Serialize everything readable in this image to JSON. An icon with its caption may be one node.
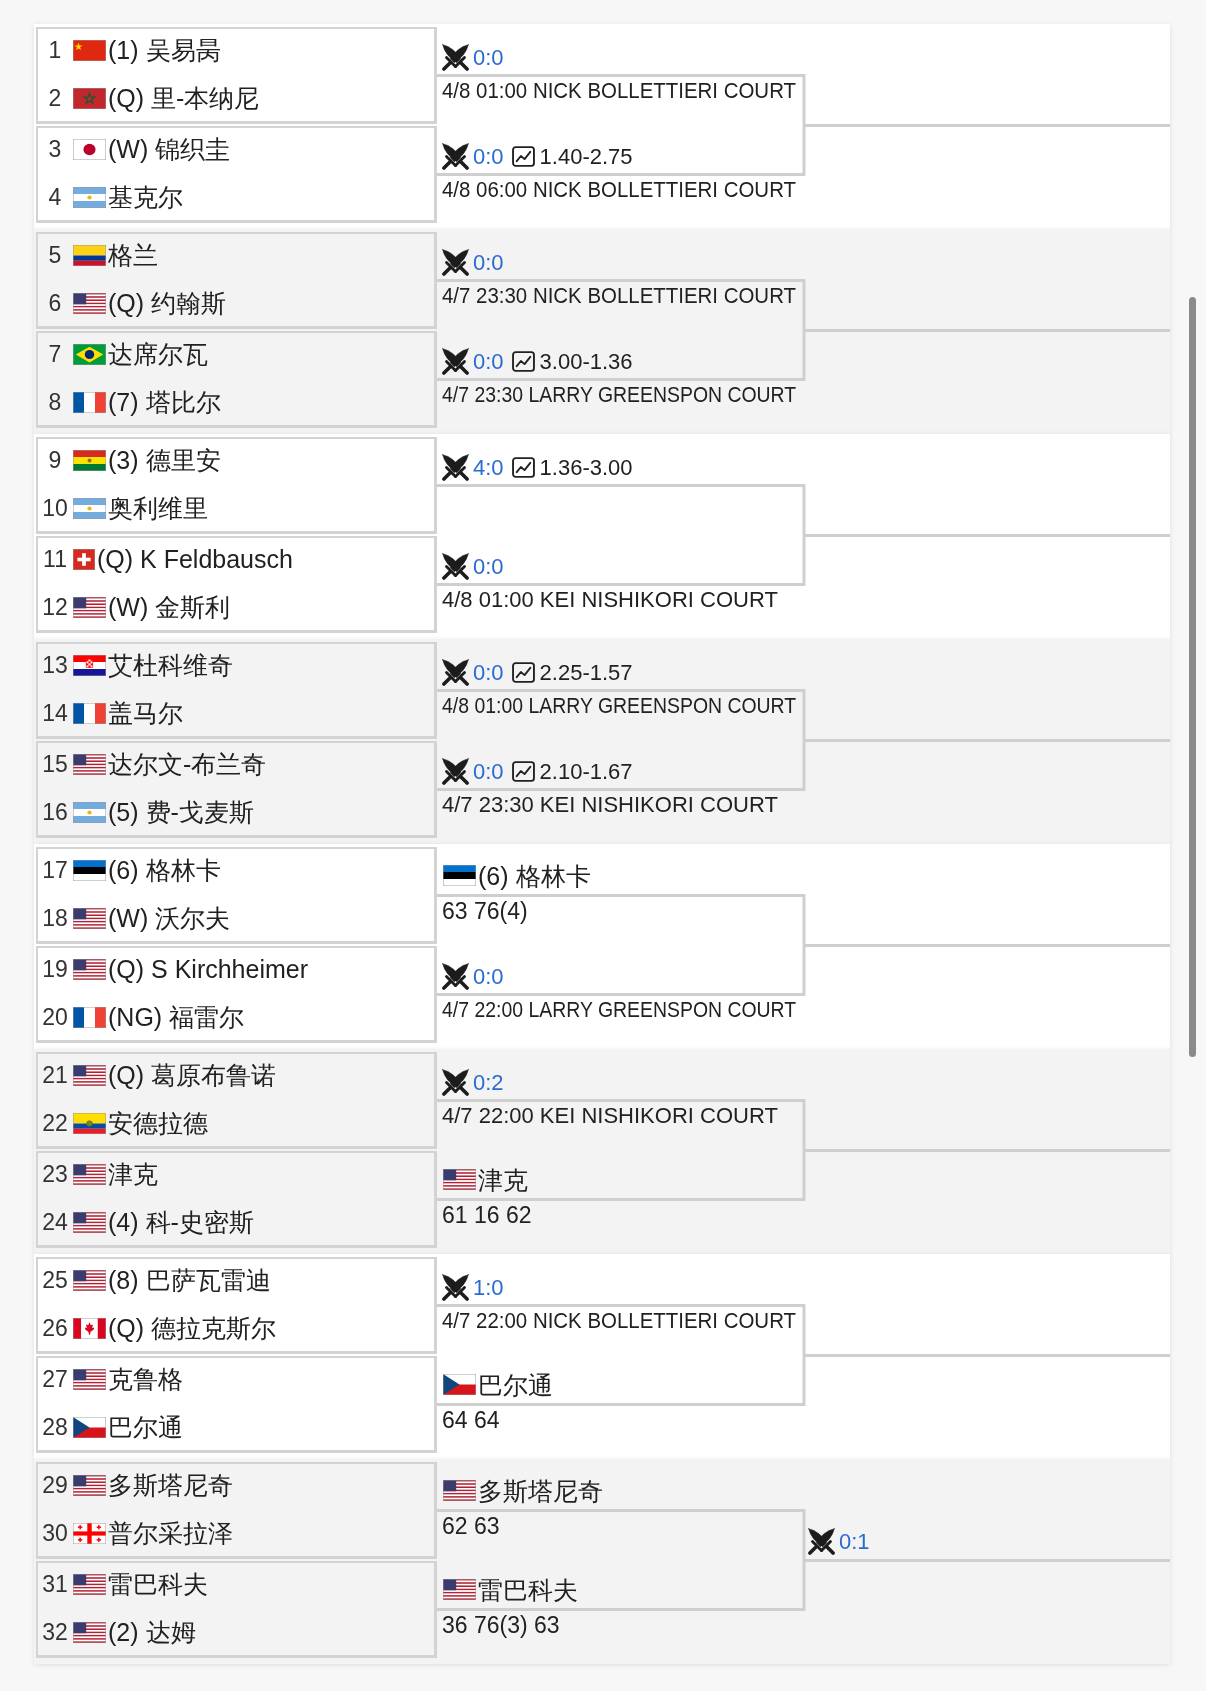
{
  "diagram": {
    "nodes": [
      {
        "text": [
          "1",
          "(1) 吴易昺",
          "2",
          "(Q) 里-本纳尼"
        ],
        "beside": [
          "0:0",
          "4/8 01:00 NICK BOLLETTIERI COURT"
        ]
      },
      {
        "text": [
          "3",
          "(W) 锦织圭",
          "4",
          "基克尔"
        ],
        "beside": [
          "0:0",
          "1.40-2.75",
          "4/8 06:00 NICK BOLLETTIERI COURT"
        ]
      },
      {
        "text": [],
        "shape": "line"
      },
      {
        "text": [
          "5",
          "格兰",
          "6",
          "(Q) 约翰斯"
        ],
        "beside": [
          "0:0",
          "4/7 23:30 NICK BOLLETTIERI COURT"
        ]
      },
      {
        "text": [
          "7",
          "达席尔瓦",
          "8",
          "(7) 塔比尔"
        ],
        "beside": [
          "0:0",
          "3.00-1.36",
          "4/7 23:30 LARRY GREENSPON COURT"
        ]
      },
      {
        "text": [],
        "shape": "line"
      },
      {
        "text": [
          "9",
          "(3) 德里安",
          "10",
          "奥利维里"
        ],
        "beside": [
          "4:0",
          "1.36-3.00"
        ]
      },
      {
        "text": [
          "11",
          "(Q) K Feldbausch",
          "12",
          "(W) 金斯利"
        ],
        "beside": [
          "0:0",
          "4/8 01:00 KEI NISHIKORI COURT"
        ]
      },
      {
        "text": [],
        "shape": "line"
      },
      {
        "text": [
          "13",
          "艾杜科维奇",
          "14",
          "盖马尔"
        ],
        "beside": [
          "0:0",
          "2.25-1.57",
          "4/8 01:00 LARRY GREENSPON COURT"
        ]
      },
      {
        "text": [
          "15",
          "达尔文-布兰奇",
          "16",
          "(5) 费-戈麦斯"
        ],
        "beside": [
          "0:0",
          "2.10-1.67",
          "4/7 23:30 KEI NISHIKORI COURT"
        ]
      },
      {
        "text": [],
        "shape": "line"
      },
      {
        "text": [
          "17",
          "(6) 格林卡",
          "18",
          "(W) 沃尔夫"
        ],
        "beside": [
          "(6) 格林卡",
          "63 76(4)"
        ]
      },
      {
        "text": [
          "19",
          "(Q) S Kirchheimer",
          "20",
          "(NG) 福雷尔"
        ],
        "beside": [
          "0:0",
          "4/7 22:00 LARRY GREENSPON COURT"
        ]
      },
      {
        "text": [],
        "shape": "line"
      },
      {
        "text": [
          "21",
          "(Q) 葛原布鲁诺",
          "22",
          "安德拉德"
        ],
        "beside": [
          "0:2",
          "4/7 22:00 KEI NISHIKORI COURT"
        ]
      },
      {
        "text": [
          "23",
          "津克",
          "24",
          "(4) 科-史密斯"
        ],
        "beside": [
          "津克",
          "61 16 62"
        ]
      },
      {
        "text": [],
        "shape": "line"
      },
      {
        "text": [
          "25",
          "(8) 巴萨瓦雷迪",
          "26",
          "(Q) 德拉克斯尔"
        ],
        "beside": [
          "1:0",
          "4/7 22:00 NICK BOLLETTIERI COURT"
        ]
      },
      {
        "text": [
          "27",
          "克鲁格",
          "28",
          "巴尔通"
        ],
        "beside": [
          "巴尔通",
          "64 64"
        ]
      },
      {
        "text": [],
        "shape": "line"
      },
      {
        "text": [
          "29",
          "多斯塔尼奇",
          "30",
          "普尔采拉泽"
        ],
        "beside": [
          "多斯塔尼奇",
          "62 63"
        ]
      },
      {
        "text": [
          "31",
          "雷巴科夫",
          "32",
          "(2) 达姆"
        ],
        "beside": [
          "雷巴科夫",
          "36 76(3) 63"
        ]
      },
      {
        "text": [
          "0:1"
        ]
      }
    ],
    "edges": [
      {
        "from": 0,
        "to": 2,
        "arrow": "none"
      },
      {
        "from": 1,
        "to": 2,
        "arrow": "none"
      },
      {
        "from": 3,
        "to": 5,
        "arrow": "none"
      },
      {
        "from": 4,
        "to": 5,
        "arrow": "none"
      },
      {
        "from": 6,
        "to": 8,
        "arrow": "none"
      },
      {
        "from": 7,
        "to": 8,
        "arrow": "none"
      },
      {
        "from": 9,
        "to": 11,
        "arrow": "none"
      },
      {
        "from": 10,
        "to": 11,
        "arrow": "none"
      },
      {
        "from": 12,
        "to": 14,
        "arrow": "none"
      },
      {
        "from": 13,
        "to": 14,
        "arrow": "none"
      },
      {
        "from": 15,
        "to": 17,
        "arrow": "none"
      },
      {
        "from": 16,
        "to": 17,
        "arrow": "none"
      },
      {
        "from": 18,
        "to": 20,
        "arrow": "none"
      },
      {
        "from": 19,
        "to": 20,
        "arrow": "none"
      },
      {
        "from": 21,
        "to": 23,
        "arrow": "none"
      },
      {
        "from": 22,
        "to": 23,
        "arrow": "none"
      }
    ]
  }
}
